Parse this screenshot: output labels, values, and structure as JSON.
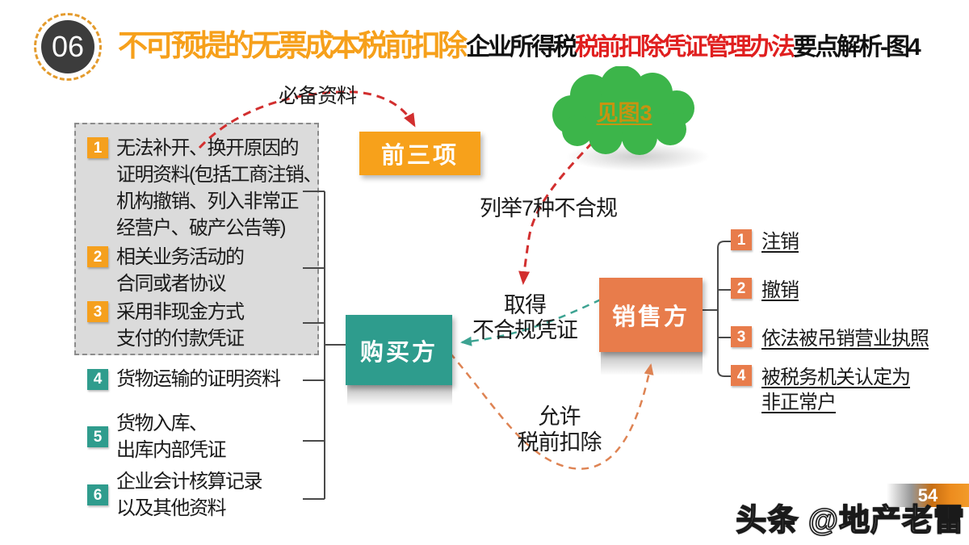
{
  "header": {
    "badge": "06",
    "title": "不可预提的无票成本税前扣除",
    "subtitle_black1": "企业所得税",
    "subtitle_red": "税前扣除凭证管理办法",
    "subtitle_black2": "要点解析-图4"
  },
  "left_panel": {
    "items": [
      {
        "num": "1",
        "lines": [
          "无法补开、换开原因的",
          "证明资料(包括工商注销、",
          "机构撤销、列入非常正",
          "经营户、破产公告等)"
        ]
      },
      {
        "num": "2",
        "lines": [
          "相关业务活动的",
          "合同或者协议"
        ]
      },
      {
        "num": "3",
        "lines": [
          "采用非现金方式",
          "支付的付款凭证"
        ]
      },
      {
        "num": "4",
        "lines": [
          "货物运输的证明资料"
        ]
      },
      {
        "num": "5",
        "lines": [
          "货物入库、",
          "出库内部凭证"
        ]
      },
      {
        "num": "6",
        "lines": [
          "企业会计核算记录",
          "以及其他资料"
        ]
      }
    ]
  },
  "labels": {
    "required_materials": "必备资料",
    "first_three": "前三项",
    "see_figure": "见图3",
    "seven_types": "列举7种不合规",
    "obtain_line1": "取得",
    "obtain_line2": "不合规凭证",
    "buyer": "购买方",
    "seller": "销售方",
    "allow_line1": "允许",
    "allow_line2": "税前扣除"
  },
  "right_panel": {
    "items": [
      {
        "num": "1",
        "lines": [
          "注销"
        ]
      },
      {
        "num": "2",
        "lines": [
          "撤销"
        ]
      },
      {
        "num": "3",
        "lines": [
          "依法被吊销营业执照"
        ]
      },
      {
        "num": "4",
        "lines": [
          "被税务机关认定为",
          "非正常户"
        ]
      }
    ]
  },
  "footer": {
    "page_number": "54",
    "watermark": "头条 @地产老雷"
  },
  "colors": {
    "accent_orange": "#F6A01B",
    "accent_red": "#E01F1F",
    "teal": "#2E9C8D",
    "coral": "#E87C4B",
    "cloud_green": "#3CB54A",
    "gray_panel": "#DBDBDB"
  }
}
